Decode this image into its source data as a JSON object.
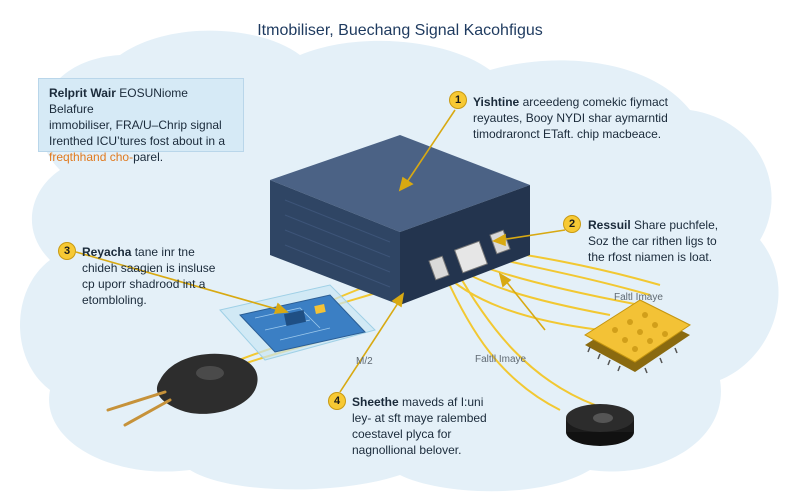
{
  "title": "Itmobiliser, Buechang Signal Kacohfigus",
  "intro": {
    "line1_bold": "Relprit Wair",
    "line1_rest": " EOSUNiome Belafure",
    "line2": "immobiliser, FRA/U–Chrip signal",
    "line3": "Irenthed ICU’tures fost about in a",
    "line4_highlight": "freqthhand cho-",
    "line4_rest": "parel."
  },
  "callouts": [
    {
      "number": "1",
      "bold": "Yishtine",
      "line1_rest": " arceedeng comekic fiymact",
      "line2": "reyautes, Booy NYDI shar aymarntid",
      "line3": "timodraronct ETaft. chip macbeace."
    },
    {
      "number": "2",
      "bold": "Ressuil",
      "line1_rest": " Share puchfele,",
      "line2": "Soz the car rithen ligs to",
      "line3": "the rfost niamen is loat."
    },
    {
      "number": "3",
      "bold": "Reyacha",
      "line1_rest": " tane inr tne",
      "line2": "chideh saagien is insluse",
      "line3": "cp uporr shadrood int a",
      "line4": "etombloling."
    },
    {
      "number": "4",
      "bold": "Sheethe",
      "line1_rest": " maveds af I:uni",
      "line2": "ley- at sft maye ralembed",
      "line3": "coestavel plyca for",
      "line4": "nagnollional belover."
    }
  ],
  "small_labels": {
    "chip_label": "Faltl Imaye",
    "center_label": "Faltll Imaye",
    "card_label": "M/2"
  },
  "colors": {
    "cloud": "#e4f0f8",
    "ecu_body": "#34496a",
    "ecu_dark": "#23344e",
    "pcb_green": "#3b7fc4",
    "chip_gold": "#f3c236",
    "wire": "#f2c832",
    "badge": "#f7c934",
    "arrow": "#d8a912"
  },
  "icons": [
    "ecu-module-icon",
    "transponder-card-icon",
    "car-key-icon",
    "immobiliser-chip-icon",
    "antenna-coil-icon"
  ]
}
